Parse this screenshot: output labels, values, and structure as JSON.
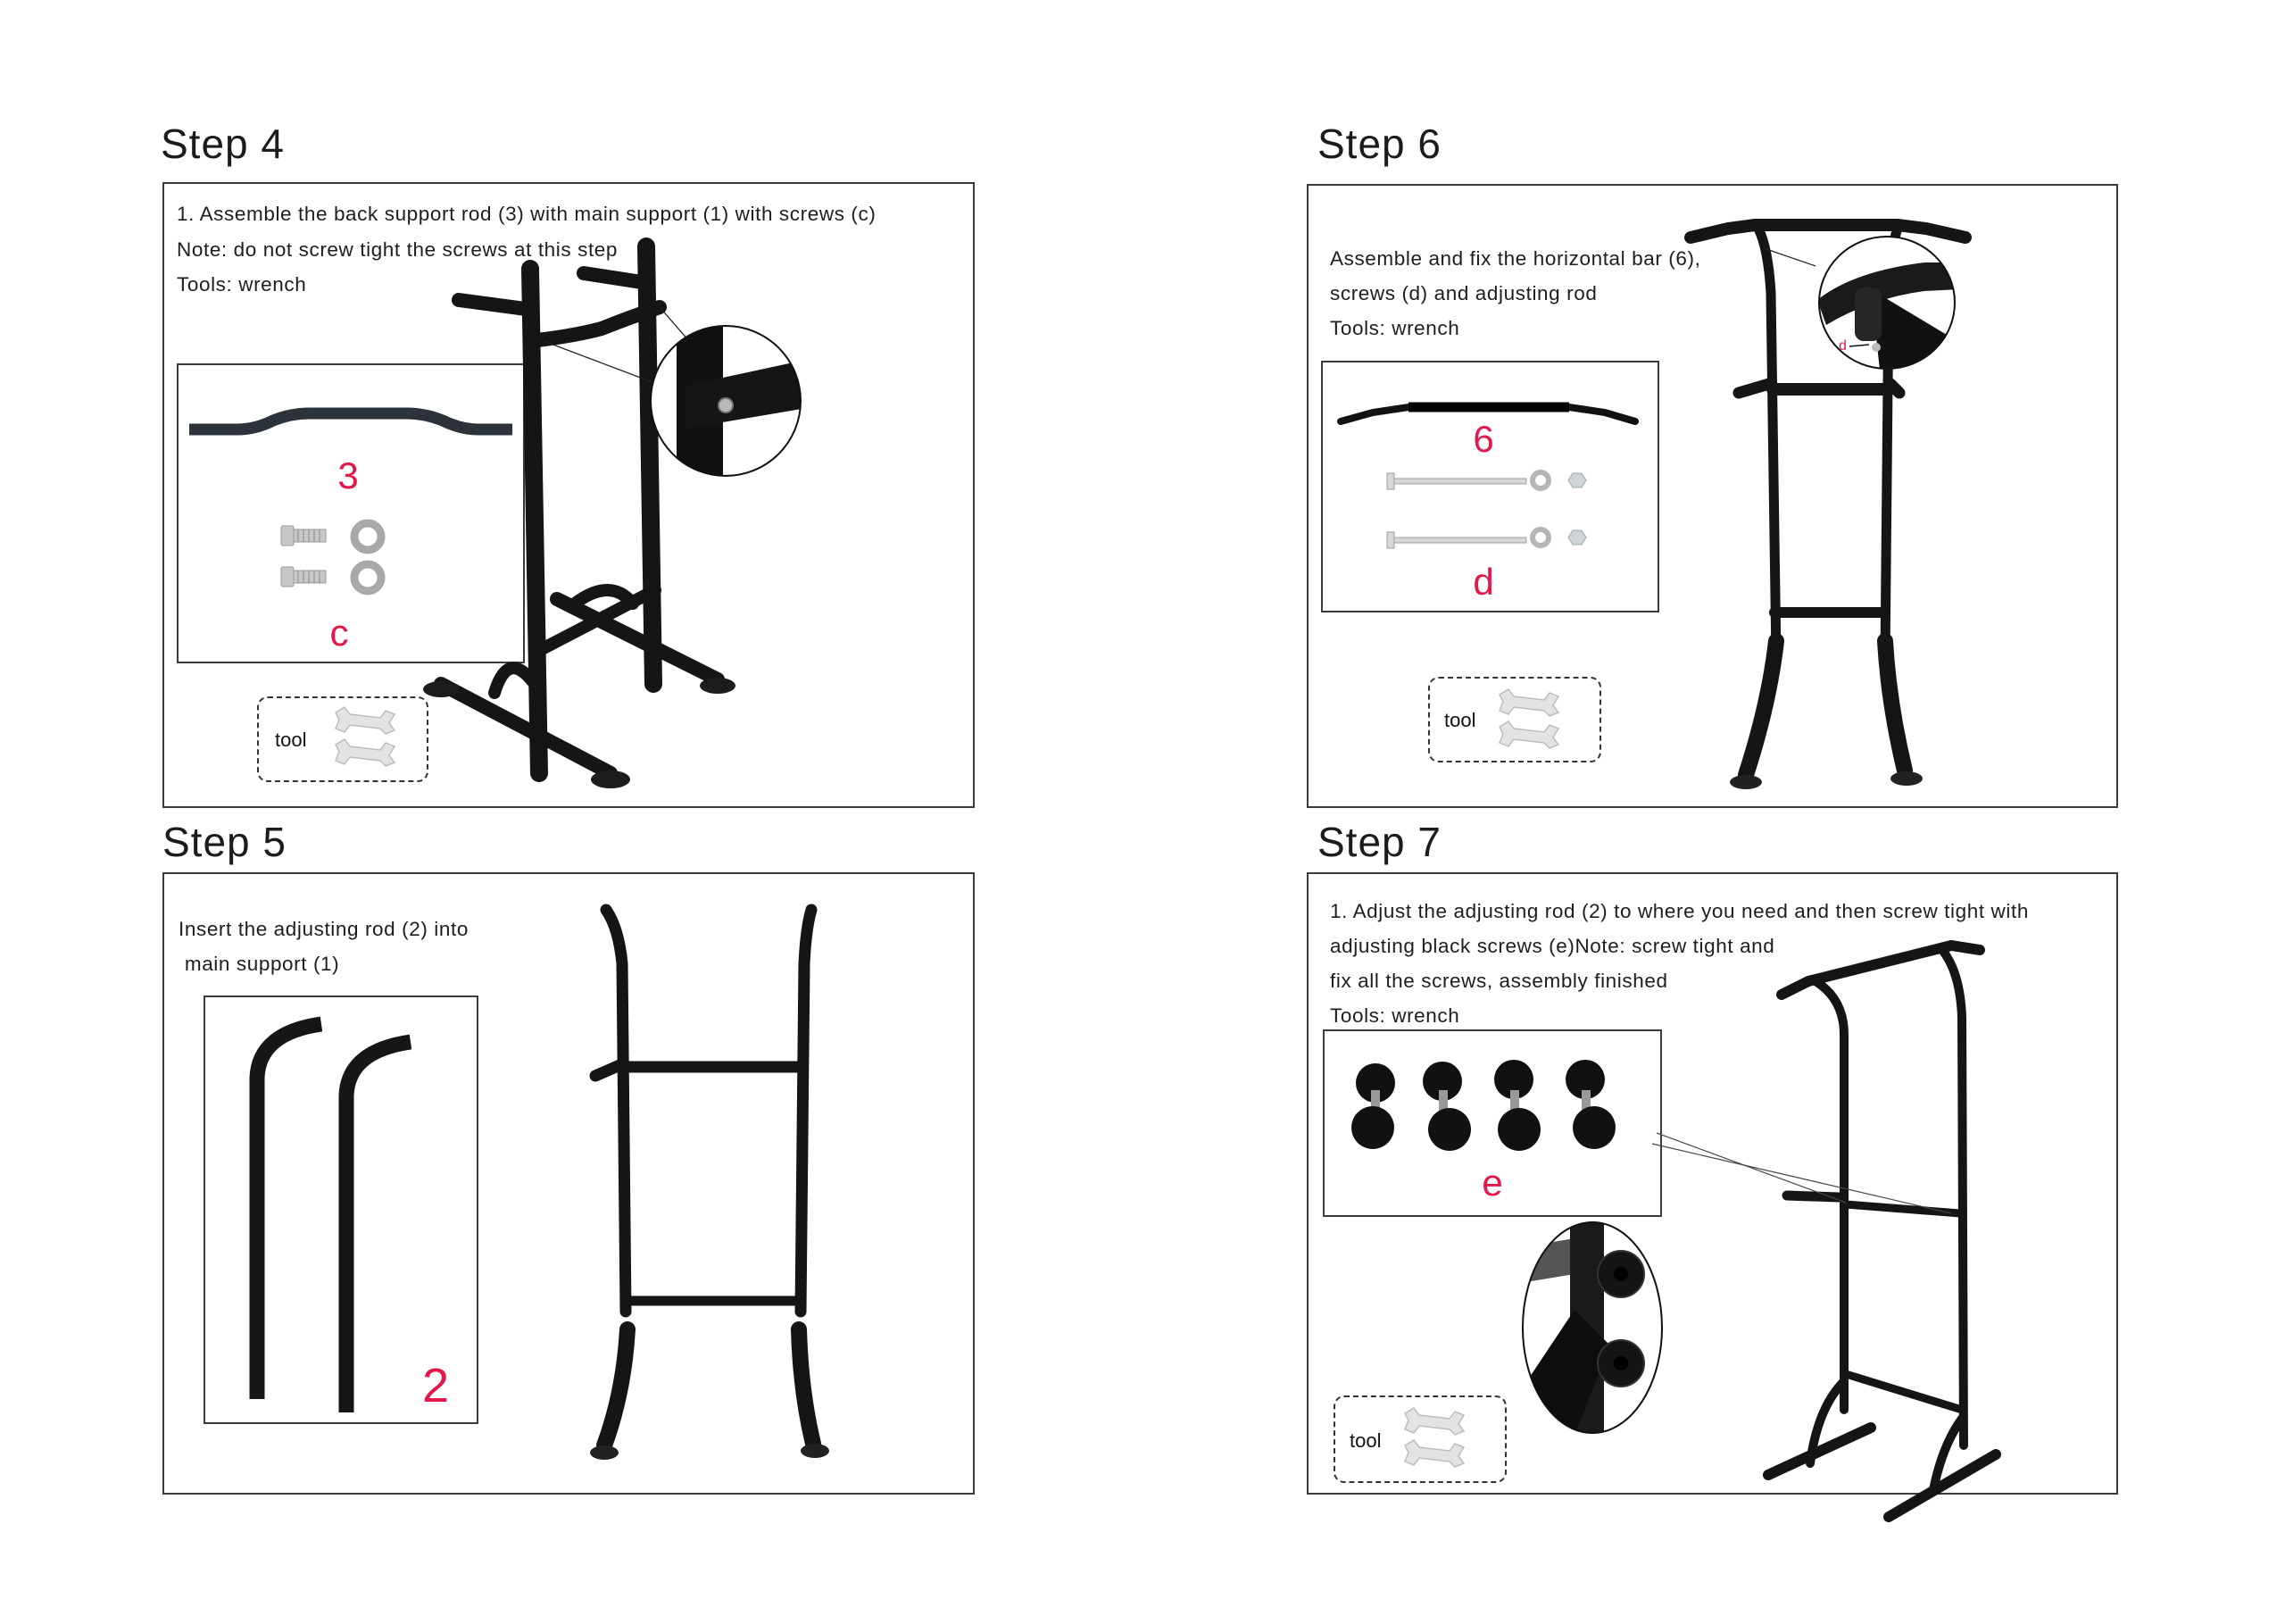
{
  "accent_color": "#e4174b",
  "steps": {
    "step4": {
      "title": "Step 4",
      "lines": [
        "1. Assemble the back support rod (3) with main support (1) with screws (c)",
        "Note: do not screw tight the screws at this step",
        "Tools: wrench"
      ],
      "parts": [
        {
          "label": "3",
          "name": "back support rod"
        },
        {
          "label": "c",
          "name": "screws and washers"
        }
      ],
      "tool_label": "tool"
    },
    "step5": {
      "title": "Step 5",
      "lines": [
        "Insert the adjusting rod (2) into",
        " main support (1)"
      ],
      "parts": [
        {
          "label": "2",
          "name": "adjusting rods"
        }
      ]
    },
    "step6": {
      "title": "Step 6",
      "lines": [
        "Assemble and fix the horizontal bar (6),",
        "screws (d) and adjusting rod",
        "Tools: wrench"
      ],
      "parts": [
        {
          "label": "6",
          "name": "horizontal bar"
        },
        {
          "label": "d",
          "name": "long screws, washers and nuts"
        }
      ],
      "callout_label": "d",
      "tool_label": "tool"
    },
    "step7": {
      "title": "Step 7",
      "lines": [
        "1. Adjust the adjusting rod (2) to where you need and then screw tight with",
        "adjusting black screws (e)Note: screw tight and",
        "fix all the screws, assembly finished",
        "Tools: wrench"
      ],
      "parts": [
        {
          "label": "e",
          "name": "black adjusting knob screws"
        }
      ],
      "tool_label": "tool"
    }
  }
}
